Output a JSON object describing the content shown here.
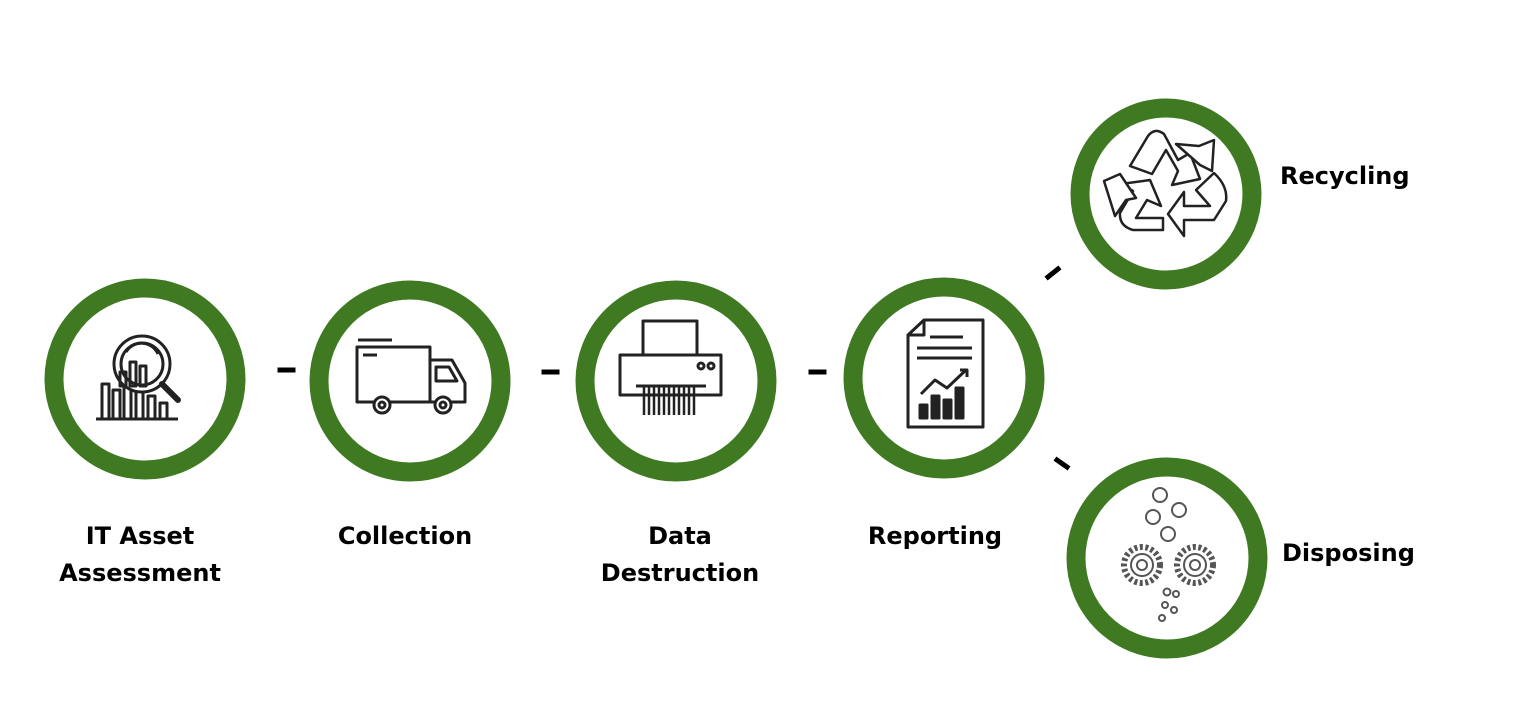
{
  "colors": {
    "ring": "#3f7a23",
    "icon_stroke": "#222222",
    "icon_gray": "#555555",
    "connector": "#000000",
    "background": "#ffffff"
  },
  "steps": [
    {
      "id": "it-asset-assessment",
      "lines": [
        "IT Asset",
        "Assessment"
      ],
      "icon": "magnifier-chart-icon"
    },
    {
      "id": "collection",
      "lines": [
        "Collection"
      ],
      "icon": "truck-icon"
    },
    {
      "id": "data-destruction",
      "lines": [
        "Data",
        "Destruction"
      ],
      "icon": "shredder-icon"
    },
    {
      "id": "reporting",
      "lines": [
        "Reporting"
      ],
      "icon": "report-icon"
    }
  ],
  "outcomes": [
    {
      "id": "recycling",
      "label": "Recycling",
      "icon": "recycle-icon"
    },
    {
      "id": "disposing",
      "label": "Disposing",
      "icon": "gears-icon"
    }
  ]
}
